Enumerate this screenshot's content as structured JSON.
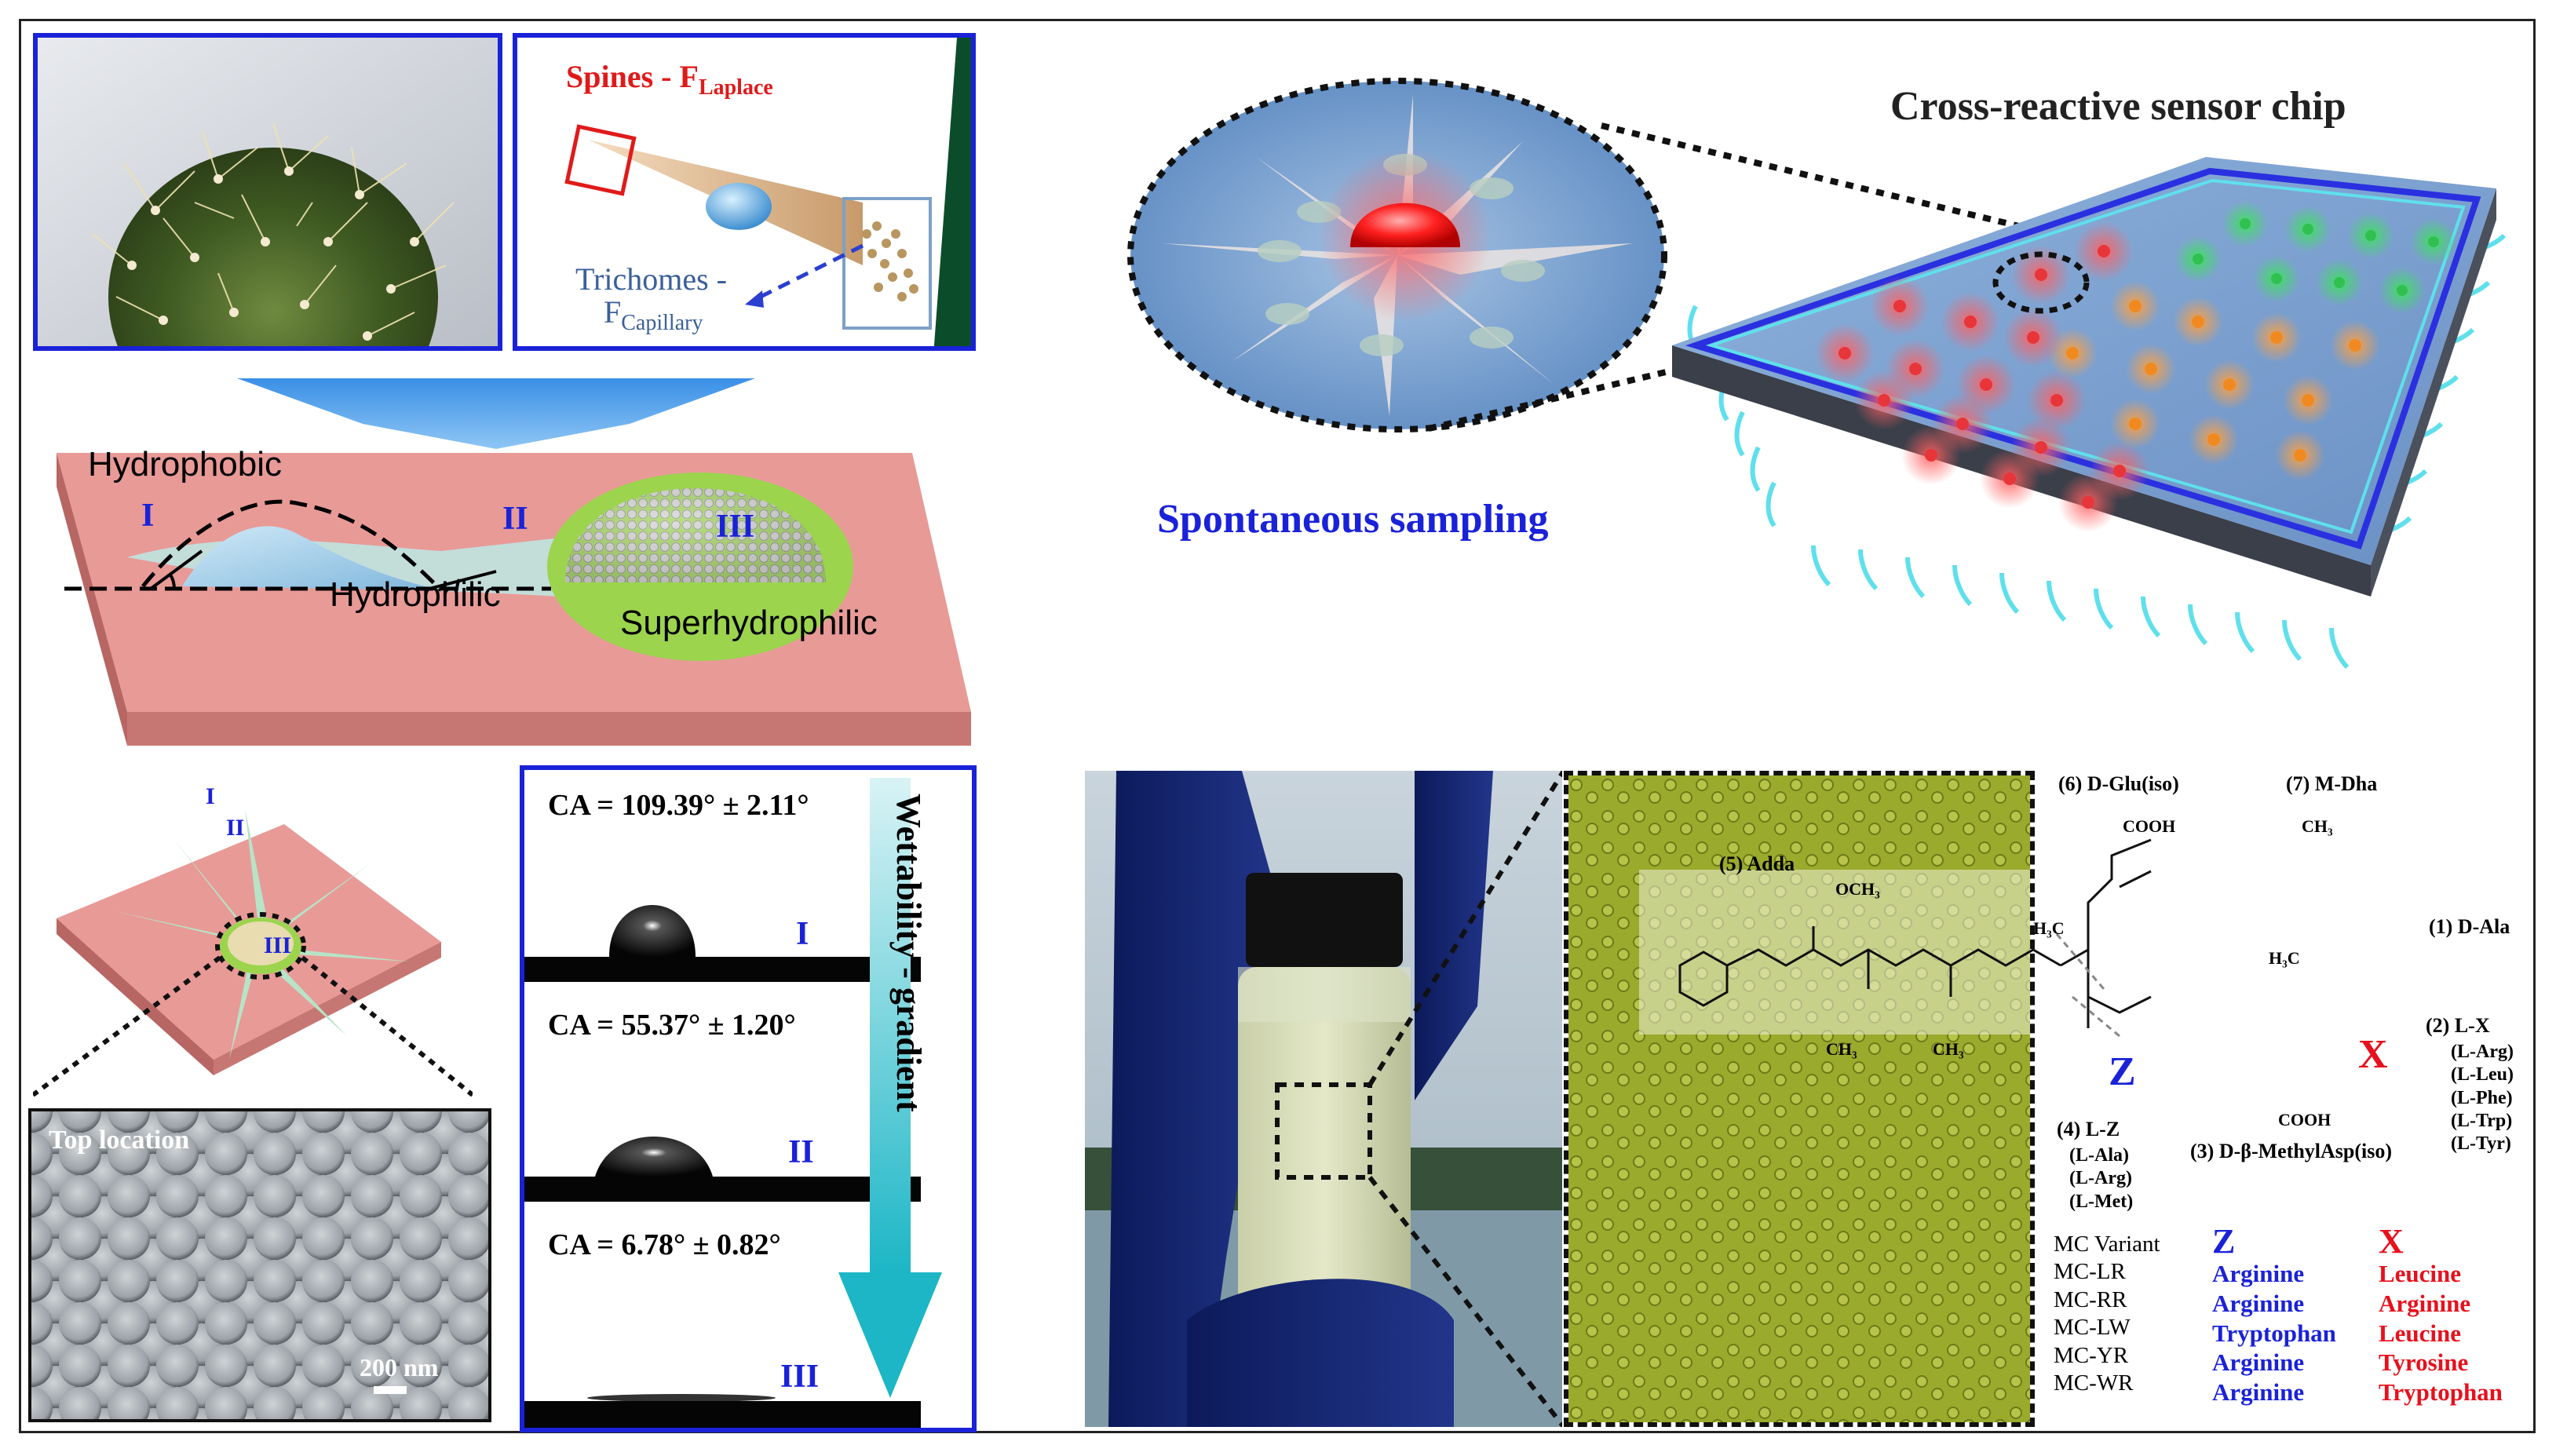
{
  "panel_a": {
    "spines_label": "Spines - F",
    "spines_sub": "Laplace",
    "trichomes_label": "Trichomes -",
    "trichomes_f": "F",
    "trichomes_sub": "Capillary",
    "hydrophobic": "Hydrophobic",
    "hydrophilic": "Hydrophilic",
    "superhydrophilic": "Superhydrophilic",
    "region_i": "I",
    "region_ii": "II",
    "region_iii": "III"
  },
  "panel_b": {
    "title": "Cross-reactive sensor chip",
    "sampling": "Spontaneous sampling"
  },
  "panel_c": {
    "region_i": "I",
    "region_ii": "II",
    "region_iii": "III",
    "sem_label": "Top location",
    "scale_bar": "200 nm",
    "ca1": "CA = 109.39° ± 2.11°",
    "ca2": "CA = 55.37° ± 1.20°",
    "ca3": "CA = 6.78° ± 0.82°",
    "drop_i": "I",
    "drop_ii": "II",
    "drop_iii": "III",
    "gradient": "Wettability - gradient"
  },
  "panel_d": {
    "labels": {
      "dglu": "(6) D-Glu(iso)",
      "mdha": "(7) M-Dha",
      "adda": "(5) Adda",
      "dala": "(1) D-Ala",
      "lx": "(2) L-X",
      "lx_opts": [
        "(L-Arg)",
        "(L-Leu)",
        "(L-Phe)",
        "(L-Trp)",
        "(L-Tyr)"
      ],
      "lz": "(4) L-Z",
      "lz_opts": [
        "(L-Ala)",
        "(L-Arg)",
        "(L-Met)"
      ],
      "dmeasp": "(3) D-β-MethylAsp(iso)",
      "cooh1": "COOH",
      "cooh2": "COOH",
      "och3": "OCH₃",
      "ch3_a": "CH₃",
      "ch3_b": "CH₃",
      "ch3_c": "CH₃",
      "h3c_a": "H₃C",
      "h3c_b": "H₃C",
      "z": "Z",
      "x": "X"
    },
    "table": {
      "head_variant": "MC Variant",
      "head_z": "Z",
      "head_x": "X",
      "variants": [
        "MC-LR",
        "MC-RR",
        "MC-LW",
        "MC-YR",
        "MC-WR"
      ],
      "z_values": [
        "Arginine",
        "Arginine",
        "Tryptophan",
        "Arginine",
        "Arginine"
      ],
      "x_values": [
        "Leucine",
        "Arginine",
        "Leucine",
        "Tyrosine",
        "Tryptophan"
      ]
    }
  },
  "colors": {
    "frame_blue": "#1a22d8",
    "slab_pink": "#e89a97",
    "arrow_teal": "#1cb6c6",
    "z_blue": "#1a22d8",
    "x_red": "#e8101c"
  }
}
